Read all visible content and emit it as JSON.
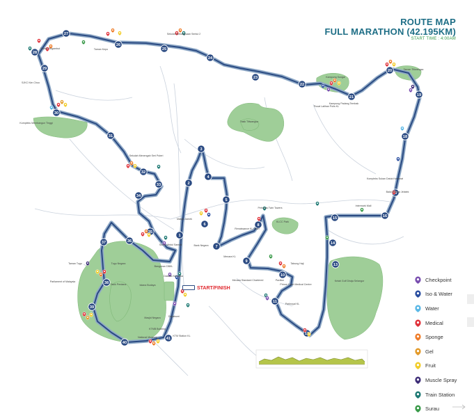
{
  "header": {
    "title_line1": "ROUTE MAP",
    "title_line2": "FULL MARATHON (42.195KM)",
    "start_time": "START TIME : 4:00AM"
  },
  "start_finish_label": "START/FINISH",
  "colors": {
    "route": "#2a4a82",
    "route_outline": "#8fa9c6",
    "park": "#9fce98",
    "title": "#1e6e86",
    "start_time": "#3a9a4a",
    "start_finish": "#e0252b"
  },
  "legend": [
    {
      "label": "Checkpoint",
      "color": "#7a4fb0",
      "icon": "checkpoint-pin-icon"
    },
    {
      "label": "Iso & Water",
      "color": "#2a4ea0",
      "icon": "iso-water-pin-icon"
    },
    {
      "label": "Water",
      "color": "#5bb8e6",
      "icon": "water-pin-icon"
    },
    {
      "label": "Medical",
      "color": "#e0323a",
      "icon": "medical-pin-icon"
    },
    {
      "label": "Sponge",
      "color": "#ef7d2a",
      "icon": "sponge-pin-icon"
    },
    {
      "label": "Gel",
      "color": "#e39a2a",
      "icon": "gel-pin-icon"
    },
    {
      "label": "Fruit",
      "color": "#f2cd2a",
      "icon": "fruit-pin-icon"
    },
    {
      "label": "Muscle Spray",
      "color": "#3e2e78",
      "icon": "muscle-spray-pin-icon"
    },
    {
      "label": "Train Station",
      "color": "#1f7a74",
      "icon": "train-station-pin-icon"
    },
    {
      "label": "Surau",
      "color": "#3a9a4a",
      "icon": "surau-pin-icon"
    }
  ],
  "km_markers": [
    {
      "n": "1"
    },
    {
      "n": "2"
    },
    {
      "n": "3"
    },
    {
      "n": "4"
    },
    {
      "n": "5"
    },
    {
      "n": "6"
    },
    {
      "n": "7"
    },
    {
      "n": "8"
    },
    {
      "n": "9"
    },
    {
      "n": "10"
    },
    {
      "n": "11"
    },
    {
      "n": "12"
    },
    {
      "n": "13"
    },
    {
      "n": "14"
    },
    {
      "n": "15"
    },
    {
      "n": "16"
    },
    {
      "n": "17"
    },
    {
      "n": "18"
    },
    {
      "n": "19"
    },
    {
      "n": "20"
    },
    {
      "n": "21"
    },
    {
      "n": "22"
    },
    {
      "n": "23"
    },
    {
      "n": "24"
    },
    {
      "n": "25"
    },
    {
      "n": "26"
    },
    {
      "n": "27"
    },
    {
      "n": "28"
    },
    {
      "n": "29"
    },
    {
      "n": "30"
    },
    {
      "n": "31"
    },
    {
      "n": "32"
    },
    {
      "n": "33"
    },
    {
      "n": "34"
    },
    {
      "n": "35"
    },
    {
      "n": "36"
    },
    {
      "n": "37"
    },
    {
      "n": "38"
    },
    {
      "n": "39"
    },
    {
      "n": "40"
    },
    {
      "n": "41"
    }
  ],
  "places": [
    {
      "text": "Taman Segambut"
    },
    {
      "text": "Taman Kepo"
    },
    {
      "text": "Sekolah Kebangsaan Sentul 2"
    },
    {
      "text": "SJKC Kim Choo"
    },
    {
      "text": "Kompleks Membangun Tinggi"
    },
    {
      "text": "Kampung Sungai"
    },
    {
      "text": "Pusat Latihan Polis KL"
    },
    {
      "text": "Kampung Padang Tembak"
    },
    {
      "text": "Taman Titiwangsa"
    },
    {
      "text": "Tasik Titiwangsa"
    },
    {
      "text": "Sekolah Menengah Seri Puteri"
    },
    {
      "text": "Kompleks Sukan Datuk Keramat"
    },
    {
      "text": "Balai Bomba Jelatek"
    },
    {
      "text": "Intermark Mall"
    },
    {
      "text": "Petronas Twin Towers"
    },
    {
      "text": "KLCC Park"
    },
    {
      "text": "Renaissance KL Hotel"
    },
    {
      "text": "Menara Standard Chartered"
    },
    {
      "text": "Pavilion"
    },
    {
      "text": "Parkroyal KL"
    },
    {
      "text": "Prince Court Medical Centre"
    },
    {
      "text": "Kelab Golf Diraja Selangor"
    },
    {
      "text": "Tabung Haji"
    },
    {
      "text": "Taman Tugu"
    },
    {
      "text": "Tugu Negara"
    },
    {
      "text": "Parliament of Malaysia"
    },
    {
      "text": "Tasik Perdana"
    },
    {
      "text": "Istana Budaya"
    },
    {
      "text": "Masjid Negara"
    },
    {
      "text": "KTMB Building"
    },
    {
      "text": "National Museum"
    },
    {
      "text": "KTM Station KL"
    },
    {
      "text": "Dayabumi"
    },
    {
      "text": "Dataran Merdeka"
    },
    {
      "text": "Sultan Abdul Samad"
    },
    {
      "text": "Bangunan DBKL"
    },
    {
      "text": "Bank Negara"
    },
    {
      "text": "Masjid Jamek"
    },
    {
      "text": "Menara KL"
    }
  ]
}
